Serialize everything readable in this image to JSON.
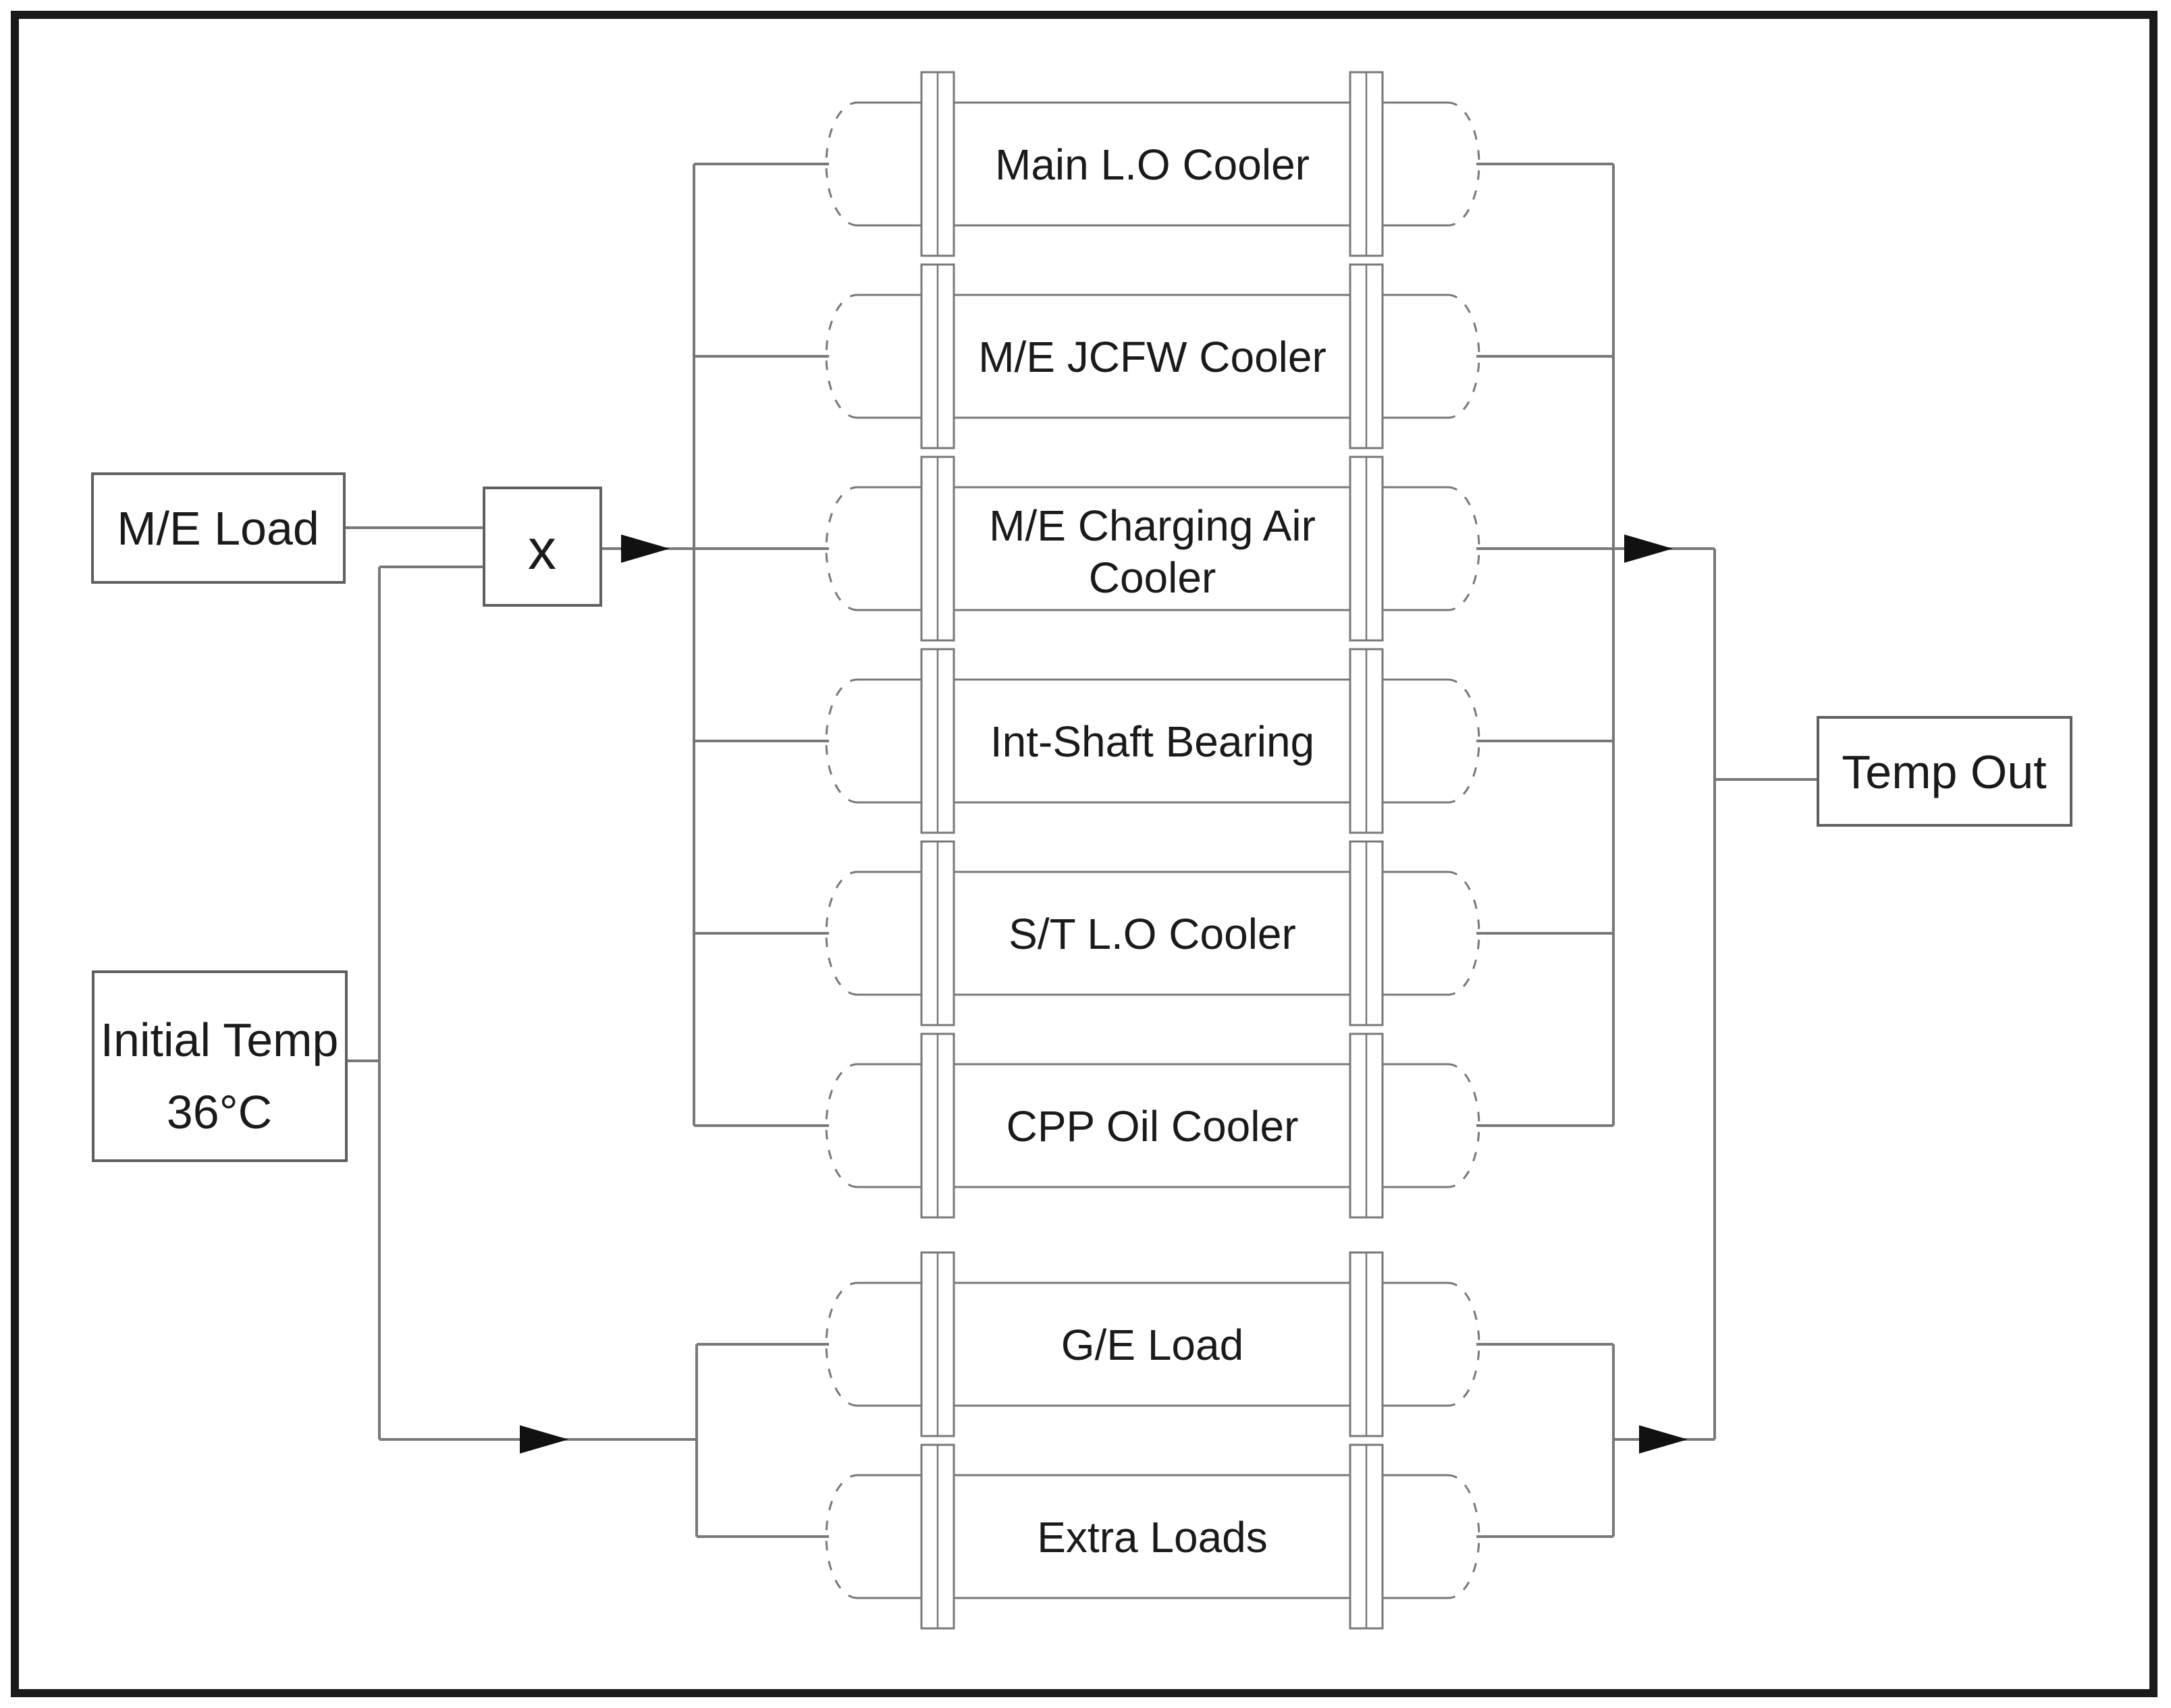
{
  "inputs": {
    "me_load": {
      "label": "M/E Load"
    },
    "initial_temp": {
      "label_line1": "Initial Temp",
      "label_line2": "36°C"
    },
    "multiplier": {
      "label": "x"
    }
  },
  "output": {
    "temp_out": {
      "label": "Temp Out"
    }
  },
  "exchangers": [
    {
      "line1": "Main L.O Cooler"
    },
    {
      "line1": "M/E JCFW Cooler"
    },
    {
      "line1": "M/E Charging Air",
      "line2": "Cooler"
    },
    {
      "line1": "Int-Shaft Bearing"
    },
    {
      "line1": "S/T L.O Cooler"
    },
    {
      "line1": "CPP Oil Cooler"
    },
    {
      "line1": "G/E Load"
    },
    {
      "line1": "Extra Loads"
    }
  ],
  "colors": {
    "frame": "#1a1a1a",
    "line": "#787878",
    "box_border": "#5f5f5f",
    "text": "#1a1a1a",
    "arrow": "#111111",
    "background": "#ffffff"
  }
}
